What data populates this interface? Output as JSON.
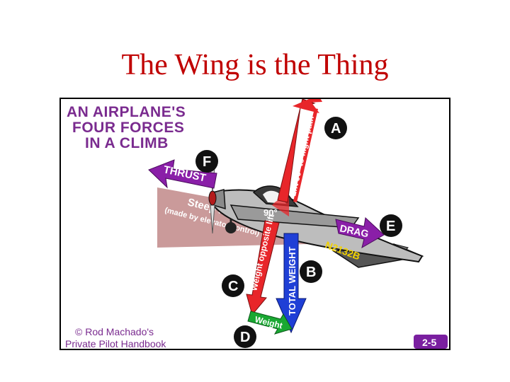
{
  "slide": {
    "title": "The Wing is the Thing"
  },
  "diagram": {
    "heading": [
      "AN AIRPLANE'S",
      "FOUR FORCES",
      "IN A CLIMB"
    ],
    "hill_label": "Steep Hill",
    "hill_sublabel": "(made by elevator control)",
    "angle_label": "90°",
    "tail_number": "N2132B",
    "arrows": {
      "lift": "Lift 90° to flight path",
      "weight_opposite": "Weight opposite lift",
      "total_weight": "TOTAL WEIGHT",
      "thrust": "THRUST",
      "drag": "DRAG",
      "weight": "Weight"
    },
    "badges": {
      "a": "A",
      "b": "B",
      "c": "C",
      "d": "D",
      "e": "E",
      "f": "F"
    },
    "credit": [
      "© Rod Machado's",
      "Private Pilot Handbook"
    ],
    "page_badge": "2-5",
    "colors": {
      "lift": "#e8262a",
      "thrust": "#8a1fa8",
      "drag": "#8a1fa8",
      "total_weight": "#1f3fd6",
      "weight_component": "#19a832",
      "hill": "#c48f8f",
      "heading": "#7a2b8f",
      "title": "#c00000"
    }
  }
}
